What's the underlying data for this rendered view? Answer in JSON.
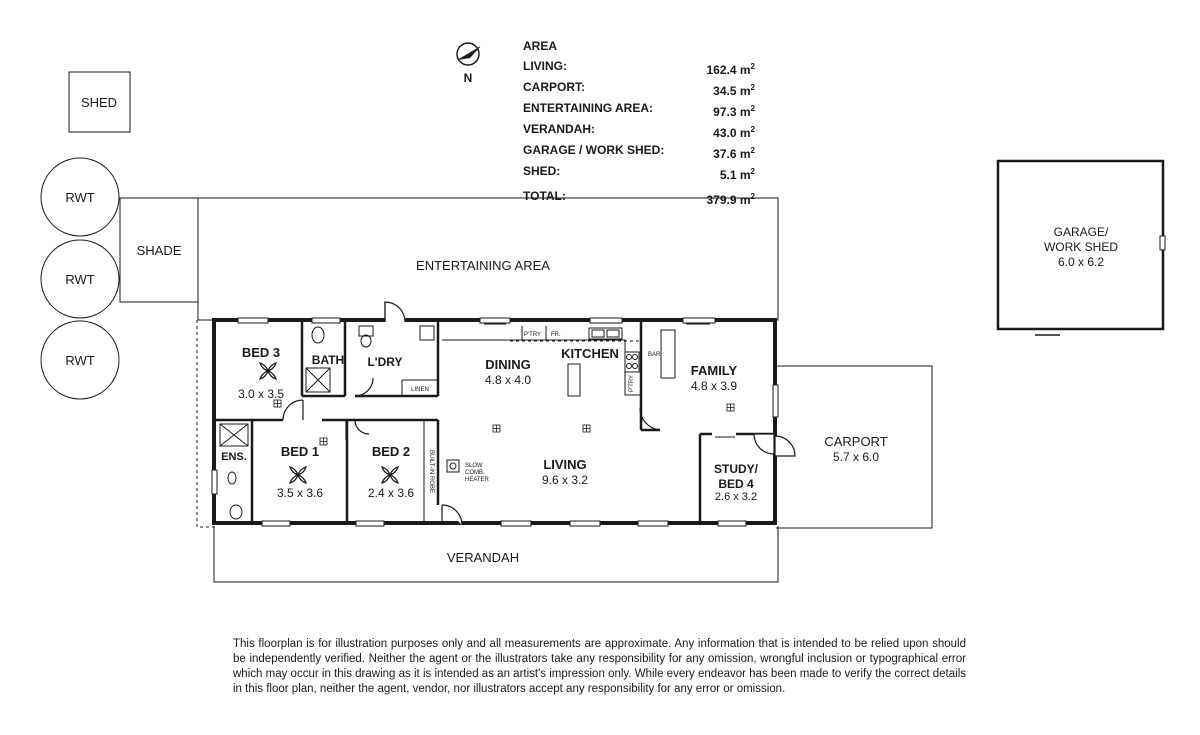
{
  "area_schedule": {
    "title": "AREA",
    "unit": "m",
    "rows": [
      {
        "label": "LIVING:",
        "value": "162.4"
      },
      {
        "label": "CARPORT:",
        "value": "34.5"
      },
      {
        "label": "ENTERTAINING AREA:",
        "value": "97.3"
      },
      {
        "label": "VERANDAH:",
        "value": "43.0"
      },
      {
        "label": "GARAGE / WORK SHED:",
        "value": "37.6"
      },
      {
        "label": "SHED:",
        "value": "5.1"
      }
    ],
    "total": {
      "label": "TOTAL:",
      "value": "379.9"
    }
  },
  "compass": {
    "label": "N",
    "icon": "north-arrow-icon"
  },
  "outbuildings": {
    "shed": "SHED",
    "rwt_1": "RWT",
    "rwt_2": "RWT",
    "rwt_3": "RWT",
    "shade": "SHADE",
    "garage_line1": "GARAGE/",
    "garage_line2": "WORK SHED",
    "garage_dim": "6.0 x 6.2",
    "carport": "CARPORT",
    "carport_dim": "5.7 x 6.0",
    "entertaining": "ENTERTAINING AREA",
    "verandah": "VERANDAH"
  },
  "rooms": {
    "bed3": {
      "name": "BED 3",
      "dim": "3.0 x 3.5"
    },
    "bath": {
      "name": "BATH"
    },
    "ldry": {
      "name": "L'DRY"
    },
    "linen": {
      "name": "LINEN"
    },
    "dining": {
      "name": "DINING",
      "dim": "4.8 x 4.0"
    },
    "kitchen": {
      "name": "KITCHEN"
    },
    "family": {
      "name": "FAMILY",
      "dim": "4.8 x 3.9"
    },
    "bed1": {
      "name": "BED 1",
      "dim": "3.5 x 3.6"
    },
    "bed2": {
      "name": "BED 2",
      "dim": "2.4 x 3.6"
    },
    "ens": {
      "name": "ENS."
    },
    "robe": {
      "name": "BUILT-IN ROBE"
    },
    "living": {
      "name": "LIVING",
      "dim": "9.6 x 3.2"
    },
    "study_line1": "STUDY/",
    "study_line2": "BED 4",
    "study_dim": "2.6 x 3.2"
  },
  "fixtures": {
    "pantry": "P'TRY",
    "fridge": "FR.",
    "bar": "BAR",
    "pantry2": "P'TRY",
    "heater_line1": "SLOW",
    "heater_line2": "COMB.",
    "heater_line3": "HEATER"
  },
  "disclaimer": "This floorplan is for illustration purposes only and all measurements are approximate. Any information that is intended to be relied upon should be independently verified. Neither the agent or the illustrators take any responsibility for any omission, wrongful inclusion or typographical error which may occur in this drawing as it is intended as an artist's impression only. While every endeavor has been made to verify the correct details in this floor plan, neither the agent, vendor, nor illustrators accept any responsibility for any error or omission."
}
